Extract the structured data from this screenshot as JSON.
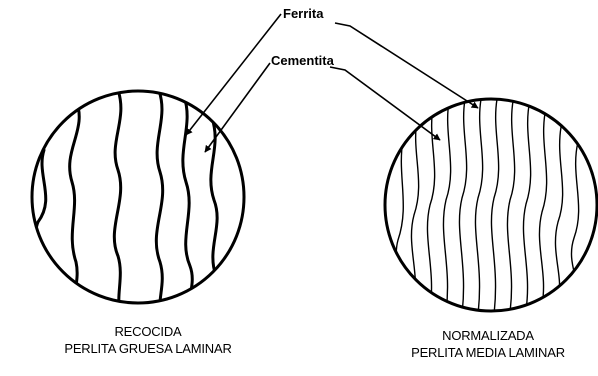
{
  "labels": {
    "ferrita": "Ferrita",
    "cementita": "Cementita"
  },
  "left_specimen": {
    "treatment": "RECOCIDA",
    "structure": "PERLITA GRUESA LAMINAR"
  },
  "right_specimen": {
    "treatment": "NORMALIZADA",
    "structure": "PERLITA MEDIA LAMINAR"
  },
  "colors": {
    "ink": "#000000",
    "background": "#ffffff"
  }
}
